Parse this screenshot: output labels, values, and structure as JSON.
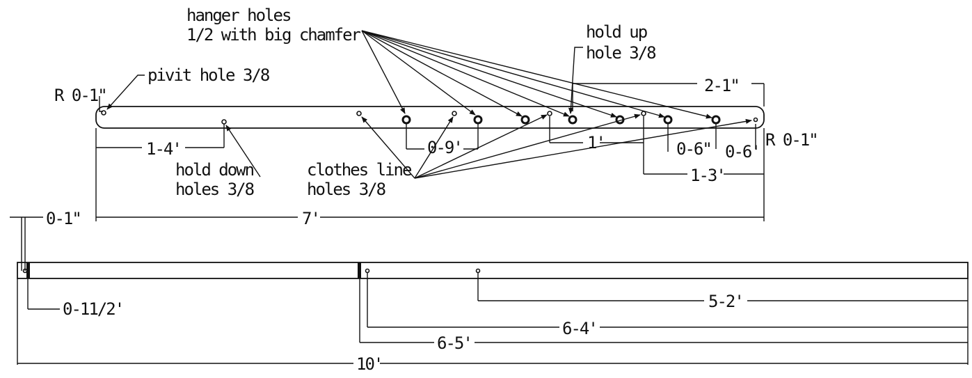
{
  "notes": {
    "hanger_line1": "hanger holes",
    "hanger_line2": "1/2 with big chamfer",
    "hold_up_line1": "hold up",
    "hold_up_line2": "hole 3/8",
    "pivot": "pivit hole 3/8",
    "hold_down_line1": "hold down",
    "hold_down_line2": "holes 3/8",
    "clothes_line1": "clothes line",
    "clothes_line2": "holes 3/8"
  },
  "dims": {
    "radius_left": "R 0-1\"",
    "radius_right": "R 0-1\"",
    "d_2_1": "2-1\"",
    "d_1_4": "1-4'",
    "d_0_9": "0-9'",
    "d_1": "1'",
    "d_0_6_a": "0-6\"",
    "d_0_6_b": "0-6'",
    "d_1_3": "1-3'",
    "d_7": "7'",
    "d_0_1": "0-1\"",
    "d_0_11_2": "0-11/2'",
    "d_5_2": "5-2'",
    "d_6_4": "6-4'",
    "d_6_5": "6-5'",
    "d_10": "10'"
  }
}
